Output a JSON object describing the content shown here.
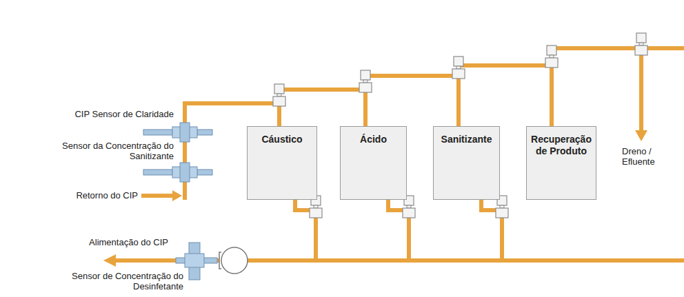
{
  "diagram": {
    "nodes": [
      {
        "text": [
          "Cáustico"
        ]
      },
      {
        "text": [
          "Ácido"
        ]
      },
      {
        "text": [
          "Sanitizante"
        ]
      },
      {
        "text": [
          "Recuperação de Produto"
        ]
      }
    ],
    "edges": [
      {
        "from": 0,
        "to": 1,
        "arrow": "none"
      },
      {
        "from": 1,
        "to": 2,
        "arrow": "none"
      },
      {
        "from": 2,
        "to": 3,
        "arrow": "none"
      }
    ],
    "labels": [
      "CIP Sensor de Claridade",
      "Sensor da Concentração do Sanitizante",
      "Retorno do CIP",
      "Alimentação do CIP",
      "Sensor de Concentração do Desinfetante",
      "Dreno / Efluente"
    ]
  }
}
